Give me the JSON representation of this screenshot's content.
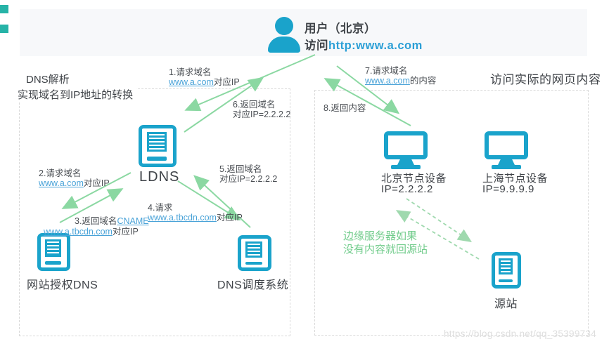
{
  "colors": {
    "teal": "#1aa3cb",
    "green": "#8bd8a2",
    "green-dash": "#9fd9ae",
    "green-text": "#72cc8c",
    "link": "#4aa3d8",
    "url-blue": "#2b9fd6",
    "dark": "#3e4247",
    "label": "#4a4e53",
    "border-dash": "#d9d9d9",
    "banner": "#f7f8fa",
    "watermark": "#dedede",
    "corner": "#26b3a7"
  },
  "header": {
    "user": "用户（北京）",
    "visit_prefix": "访问",
    "visit_url": "http:www.a.com"
  },
  "dns_section": {
    "title_line1": "DNS解析",
    "title_line2": "实现域名到IP地址的转换",
    "nodes": {
      "ldns": "LDNS",
      "auth_dns": "网站授权DNS",
      "scheduler": "DNS调度系统"
    },
    "labels": {
      "step1": {
        "line1": "1.请求域名",
        "link": "www.a.com",
        "suffix": "对应IP"
      },
      "step2": {
        "line1": "2.请求域名",
        "link": "www.a.com",
        "suffix": "对应IP"
      },
      "step3": {
        "prefix": "3.返回域名",
        "link1": "CNAME",
        "link2": "www.a.tbcdn.com",
        "suffix": "对应IP"
      },
      "step4": {
        "line1": "4.请求",
        "link": "www.a.tbcdn.com",
        "suffix": "对应IP"
      },
      "step5": {
        "line1": "5.返回域名",
        "line2": "对应IP=2.2.2.2"
      },
      "step6": {
        "line1": "6.返回域名",
        "line2": "对应IP=2.2.2.2"
      }
    }
  },
  "cdn_section": {
    "title": "访问实际的网页内容",
    "labels": {
      "step7": {
        "line1": "7.请求域名",
        "link": "www.a.com",
        "suffix": "的内容"
      },
      "step8": {
        "line1": "8.返回内容"
      }
    },
    "nodes": {
      "beijing": {
        "name": "北京节点设备",
        "ip": "IP=2.2.2.2"
      },
      "shanghai": {
        "name": "上海节点设备",
        "ip": "IP=9.9.9.9"
      },
      "origin": "源站"
    },
    "note_line1": "边缘服务器如果",
    "note_line2": "没有内容就回源站"
  },
  "watermark": "https://blog.csdn.net/qq_35399734"
}
